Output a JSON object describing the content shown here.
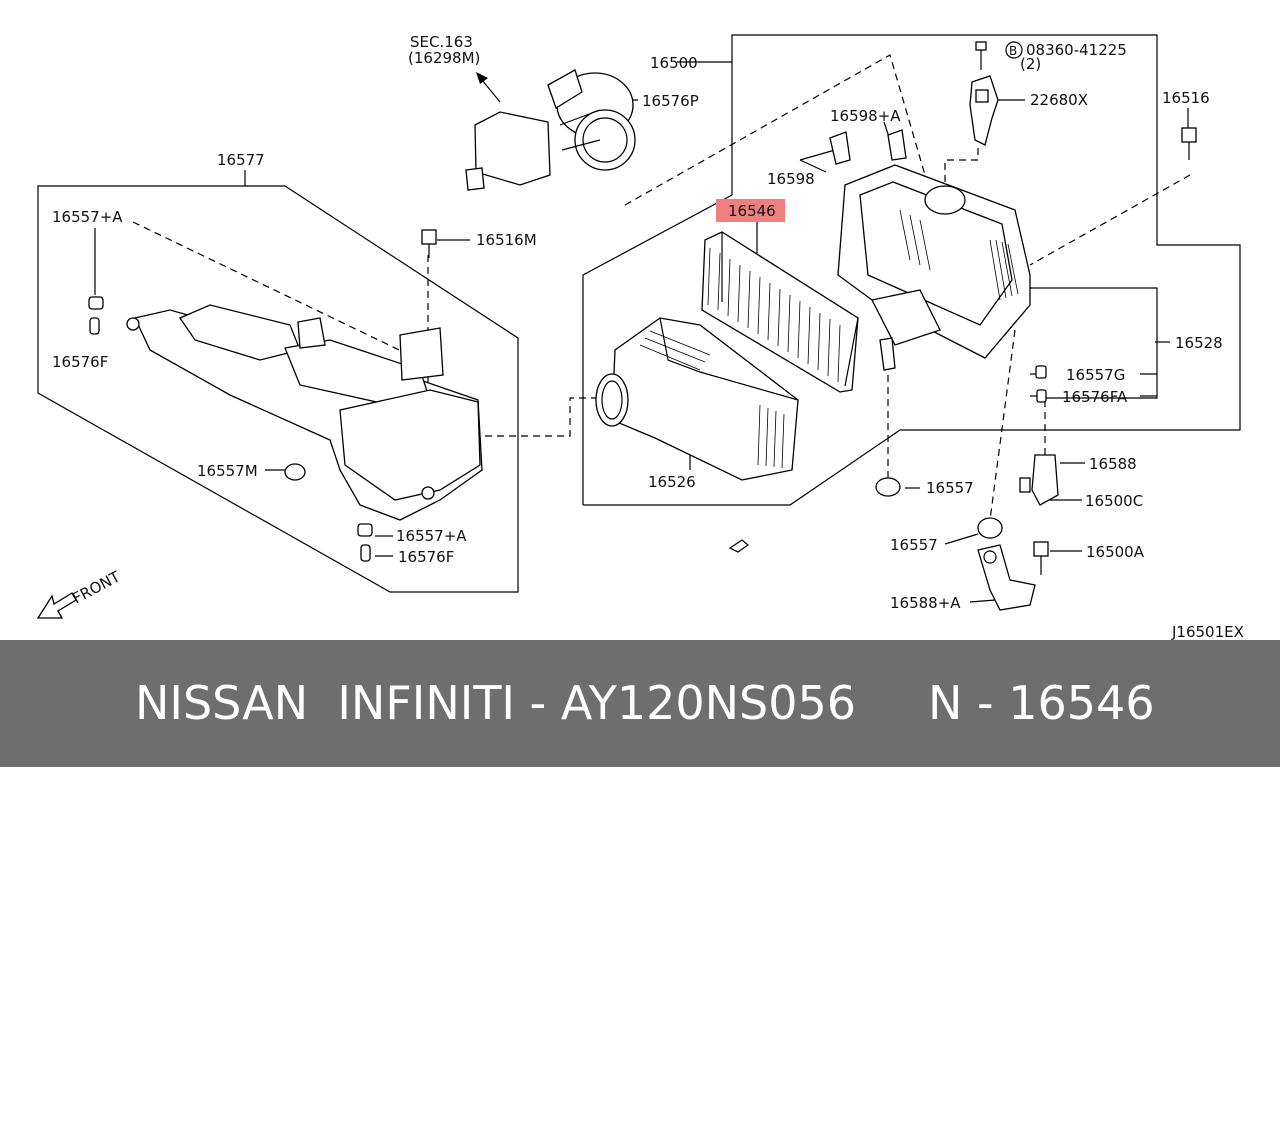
{
  "diagram": {
    "drawing_code": "J16501EX",
    "front_label": "FRONT",
    "highlight_color": "#f08080",
    "highlighted_part": "16546",
    "callouts": {
      "sec_ref_line1": "SEC.163",
      "sec_ref_line2": "(16298M)",
      "p16500": "16500",
      "p16576P": "16576P",
      "p08360": "08360-41225",
      "p08360_qty": "(2)",
      "bolt_symbol": "B",
      "p22680X": "22680X",
      "p16516": "16516",
      "p16598A": "16598+A",
      "p16598": "16598",
      "p16577": "16577",
      "p16546": "16546",
      "p16557A_left": "16557+A",
      "p16516M": "16516M",
      "p16576F_left": "16576F",
      "p16528": "16528",
      "p16557G": "16557G",
      "p16576FA": "16576FA",
      "p16557M": "16557M",
      "p16526": "16526",
      "p16557_a": "16557",
      "p16588": "16588",
      "p16500C": "16500C",
      "p16557A_bottom": "16557+A",
      "p16576F_bottom": "16576F",
      "p16557_b": "16557",
      "p16500A": "16500A",
      "p16588A": "16588+A"
    }
  },
  "banner": {
    "background": "#6e6e6e",
    "left_text": "NISSAN  INFINITI - AY120NS056",
    "right_text": "N - 16546"
  }
}
